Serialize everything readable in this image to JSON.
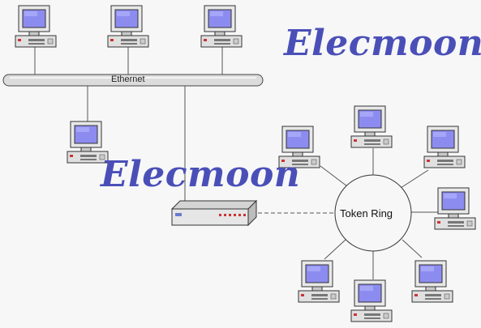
{
  "watermark_text": "Elecmoon",
  "ethernet_label": "Ethernet",
  "token_ring_label": "Token Ring"
}
